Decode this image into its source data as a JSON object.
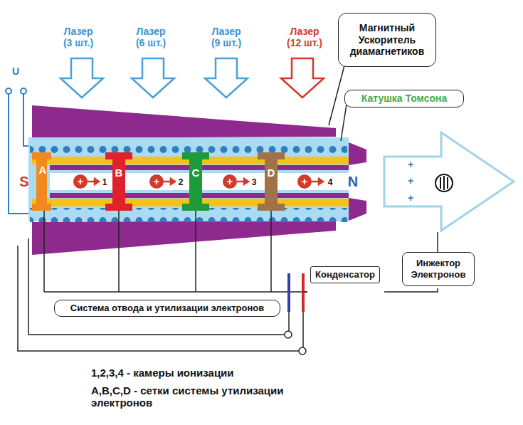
{
  "diagram": {
    "nodes": [
      {
        "text": [
          "Магнитный Ускоритель диамагнетиков"
        ]
      },
      {
        "text": [
          "Катушка Томсона"
        ]
      },
      {
        "text": [
          "Конденсатор"
        ]
      },
      {
        "text": [
          "Инжектор Электронов"
        ]
      },
      {
        "text": [
          "Система отвода и утилизации электронов"
        ]
      }
    ],
    "labels": [
      "Лазер (3 шт.)",
      "Лазер (6 шт.)",
      "Лазер (9 шт.)",
      "Лазер (12 шт.)",
      "U",
      "S",
      "A",
      "B",
      "C",
      "D",
      "N",
      "+",
      "+",
      "+",
      "+",
      "1",
      "2",
      "3",
      "4",
      "+",
      "+",
      "+",
      "1,2,3,4 - камеры ионизации",
      "A,B,C,D - сетки системы утилизации электронов"
    ]
  }
}
